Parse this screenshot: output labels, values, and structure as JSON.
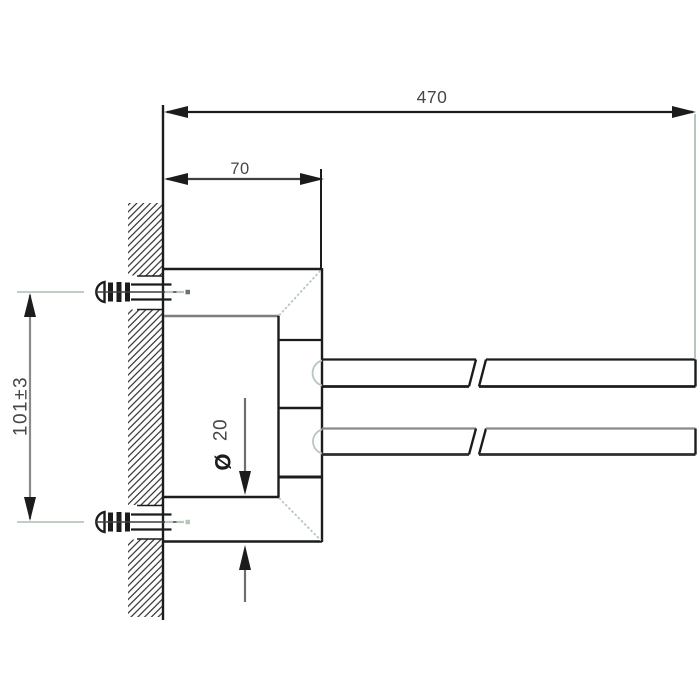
{
  "drawing": {
    "labels": {
      "overall_length": "470",
      "plate_depth": "70",
      "hole_spacing": "101±3",
      "diameter_symbol": "Ø",
      "bar_diameter": "20"
    },
    "colors": {
      "background": "#ffffff",
      "ink": "#1c1c1c",
      "mid_gray": "#3f3f3f",
      "dim_gray": "#8a8a8a",
      "leader_gray": "#6f6f6f",
      "inner_edge_gray": "#7d7d7d",
      "bar_shadow": "#2e2e2e",
      "extension_green": "#b6c8ba",
      "hatch": "#2b2b2b",
      "label_text": "#474747"
    }
  }
}
